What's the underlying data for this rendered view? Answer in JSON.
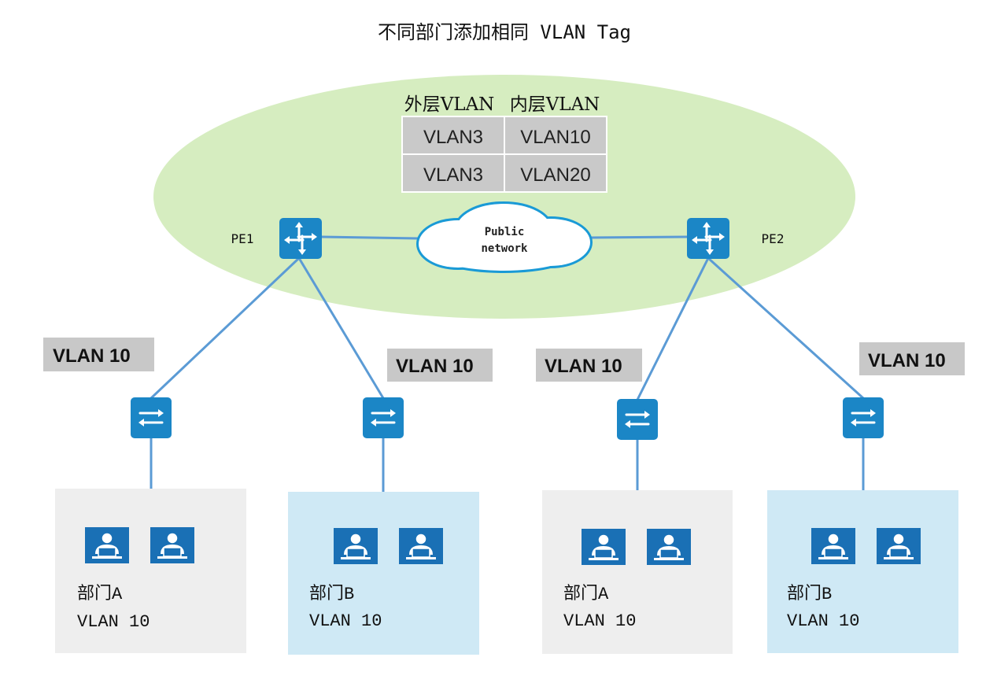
{
  "title": "不同部门添加相同 VLAN Tag",
  "vlan_table": {
    "headers": [
      "外层VLAN",
      "内层VLAN"
    ],
    "rows": [
      [
        "VLAN3",
        "VLAN10"
      ],
      [
        "VLAN3",
        "VLAN20"
      ]
    ]
  },
  "nodes": {
    "pe1": "PE1",
    "pe2": "PE2",
    "cloud": [
      "Public",
      "network"
    ]
  },
  "access_vlan_labels": [
    "VLAN 10",
    "VLAN 10",
    "VLAN 10",
    "VLAN 10"
  ],
  "departments": [
    {
      "name": "部门A",
      "vlan": "VLAN 10"
    },
    {
      "name": "部门B",
      "vlan": "VLAN 10"
    },
    {
      "name": "部门A",
      "vlan": "VLAN 10"
    },
    {
      "name": "部门B",
      "vlan": "VLAN 10"
    }
  ],
  "icons": {
    "router": "router-icon",
    "switch": "switch-icon",
    "cloud": "cloud-icon",
    "user": "user-laptop-icon"
  },
  "colors": {
    "backbone_area": "#d6edc0",
    "device": "#1b86c6",
    "link": "#5b9bd5",
    "table_cell": "#c9c9c9",
    "dept_a_area": "#eeeeee",
    "dept_b_area": "#cfe9f5"
  }
}
